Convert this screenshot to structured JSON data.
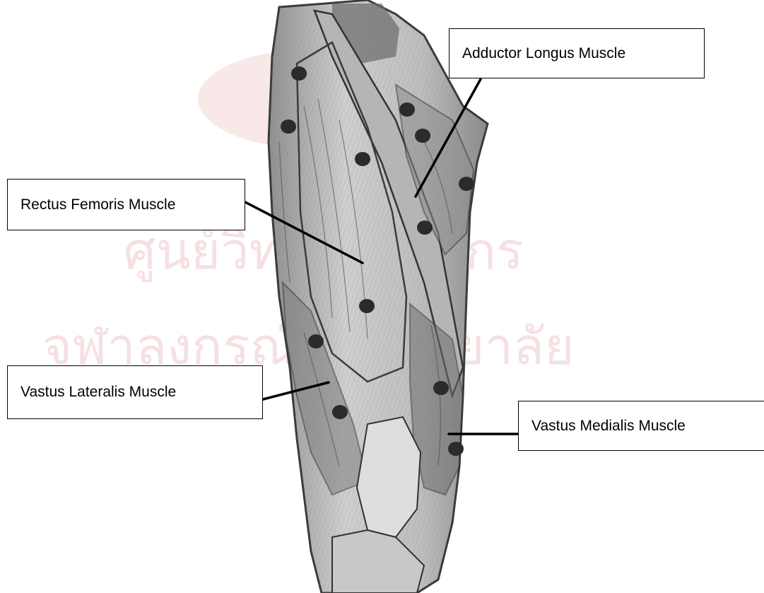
{
  "labels": {
    "adductor_longus": "Adductor Longus Muscle",
    "rectus_femoris": "Rectus Femoris Muscle",
    "vastus_lateralis": "Vastus Lateralis Muscle",
    "vastus_medialis": "Vastus Medialis Muscle"
  },
  "watermark": {
    "line1": "ศูนย์วิทยทรัพยากร",
    "line2": "จุฬาลงกรณ์มหาวิทยาลัย",
    "color": "#f2cfd2"
  },
  "colors": {
    "muscle_light": "#c9c9c9",
    "muscle_mid": "#9a9a9a",
    "muscle_dark": "#5a5a5a",
    "outline": "#2a2a2a",
    "motor_point": "#2b2b2b",
    "leader_line": "#000000"
  }
}
